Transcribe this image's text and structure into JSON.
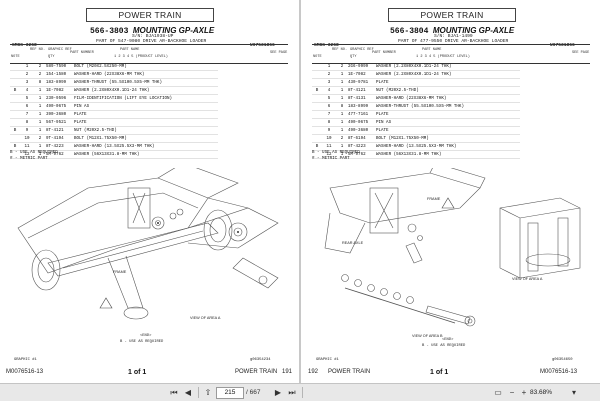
{
  "left": {
    "power_train": "POWER TRAIN",
    "group_no": "566-3803",
    "group_name": "MOUNTING GP-AXLE",
    "sn": "S/N: BJA1938-UP",
    "part_of": "PART OF 547-9080 DRIVE AR-BACKHOE LOADER",
    "smcs": "SMCS-3268",
    "doc": "U07531866",
    "headers": {
      "note": "NOTE",
      "ref": "REF NO.",
      "qty": "GRAPHIC REF",
      "qty2": "QTY",
      "pn": "PART NUMBER",
      "desc": "PART NAME",
      "levels": "1 2 3 4 5 (PRODUCT LEVEL)",
      "page": "SEE PAGE"
    },
    "rows": [
      {
        "note": "",
        "ref": "1",
        "qty": "2",
        "pn": "589-7590",
        "desc": "BOLT (M20X2.5X250-MM)"
      },
      {
        "note": "",
        "ref": "2",
        "qty": "2",
        "pn": "154-1580",
        "desc": "WASHER-HARD (22X38X6-MM THK)"
      },
      {
        "note": "",
        "ref": "3",
        "qty": "8",
        "pn": "183-8999",
        "desc": "WASHER-THRUST (55.5X100.5X5-MM THK)"
      },
      {
        "note": "B",
        "ref": "4",
        "qty": "1",
        "pn": "1E-7082",
        "desc": "WASHER (2.2X80X4X0.1D1-24 THK)"
      },
      {
        "note": "",
        "ref": "5",
        "qty": "1",
        "pn": "230-9596",
        "desc": "FILM-IDENTIFICATION (LIFT EYE LOCATION)"
      },
      {
        "note": "",
        "ref": "6",
        "qty": "1",
        "pn": "490-0675",
        "desc": "PIN AS"
      },
      {
        "note": "",
        "ref": "7",
        "qty": "1",
        "pn": "390-3680",
        "desc": "PLATE"
      },
      {
        "note": "",
        "ref": "8",
        "qty": "1",
        "pn": "567-9521",
        "desc": "PLATE"
      },
      {
        "note": "B",
        "ref": "9",
        "qty": "1",
        "pn": "8T-4121",
        "desc": "NUT (M20X2.5-THD)"
      },
      {
        "note": "",
        "ref": "10",
        "qty": "2",
        "pn": "9T-4194",
        "desc": "BOLT (M12X1.75X50-MM)"
      },
      {
        "note": "B",
        "ref": "11",
        "qty": "1",
        "pn": "8T-4223",
        "desc": "WASHER-HARD (13.5X25.5X3-MM THK)"
      },
      {
        "note": "",
        "ref": "12",
        "qty": "1",
        "pn": "5M-9762",
        "desc": "WASHER (56X13X31.8-MM THK)"
      }
    ],
    "notes": [
      "B - USE AS REQUIRED",
      "# - METRIC PART"
    ],
    "labels": {
      "frame": "FRAME",
      "view": "VIEW OF AREA A"
    },
    "end": "<END>",
    "use_req": "B - USE AS REQUIRED",
    "graphic": "GRAPHIC #1",
    "graphic_doc": "g06354234",
    "footer_code": "M0076516-13",
    "page_of": "1 of 1",
    "section": "POWER TRAIN",
    "page_num": "191"
  },
  "right": {
    "power_train": "POWER TRAIN",
    "group_no": "566-3804",
    "group_name": "MOUNTING GP-AXLE",
    "sn": "S/N: BJA1-1499",
    "part_of": "PART OF 477-9550 DRIVE AR-BACKHOE LOADER",
    "smcs": "SMCS-3268",
    "doc": "U07531866",
    "headers": {
      "note": "NOTE",
      "ref": "REF NO.",
      "qty": "GRAPHIC REF",
      "qty2": "QTY",
      "pn": "PART NUMBER",
      "desc": "PART NAME",
      "levels": "1 2 3 4 5 (PRODUCT LEVEL)",
      "page": "SEE PAGE"
    },
    "rows": [
      {
        "note": "",
        "ref": "1",
        "qty": "2",
        "pn": "2G6-9999",
        "desc": "WASHER (2.2X80X4X0.1D1-24 THK)"
      },
      {
        "note": "",
        "ref": "2",
        "qty": "1",
        "pn": "1E-7082",
        "desc": "WASHER (2.2X80X4X0.1D1-24 THK)"
      },
      {
        "note": "",
        "ref": "3",
        "qty": "1",
        "pn": "430-9781",
        "desc": "PLATE"
      },
      {
        "note": "B",
        "ref": "4",
        "qty": "1",
        "pn": "8T-4121",
        "desc": "NUT (M20X2.5-THD)"
      },
      {
        "note": "",
        "ref": "5",
        "qty": "1",
        "pn": "8T-4131",
        "desc": "WASHER-HARD (22X38X6-MM THK)"
      },
      {
        "note": "",
        "ref": "6",
        "qty": "8",
        "pn": "183-8999",
        "desc": "WASHER-THRUST (55.5X100.5X5-MM THK)"
      },
      {
        "note": "",
        "ref": "7",
        "qty": "1",
        "pn": "477-7161",
        "desc": "PLATE"
      },
      {
        "note": "",
        "ref": "8",
        "qty": "1",
        "pn": "490-0675",
        "desc": "PIN AS"
      },
      {
        "note": "",
        "ref": "9",
        "qty": "1",
        "pn": "490-3680",
        "desc": "PLATE"
      },
      {
        "note": "",
        "ref": "10",
        "qty": "2",
        "pn": "8T-6194",
        "desc": "BOLT (M12X1.75X50-MM)"
      },
      {
        "note": "B",
        "ref": "11",
        "qty": "1",
        "pn": "8T-4223",
        "desc": "WASHER-HARD (13.5X25.5X3-MM THK)"
      },
      {
        "note": "",
        "ref": "12",
        "qty": "1",
        "pn": "5M-9762",
        "desc": "WASHER (56X13X31.8-MM THK)"
      }
    ],
    "notes": [
      "B - USE AS REQUIRED",
      "# - METRIC PART"
    ],
    "labels": {
      "frame": "FRAME",
      "rear_axle": "REAR AXLE",
      "view_a": "VIEW OF AREA A",
      "view_b": "VIEW OF AREA B"
    },
    "end": "<END>",
    "use_req": "B - USE AS REQUIRED",
    "graphic": "GRAPHIC #1",
    "graphic_doc": "g06354650",
    "footer_code": "M0076516-13",
    "page_of": "1 of 1",
    "section": "POWER TRAIN",
    "page_num": "192"
  },
  "toolbar": {
    "page_current": "215",
    "page_total": "/ 667",
    "zoom": "83.68%"
  }
}
